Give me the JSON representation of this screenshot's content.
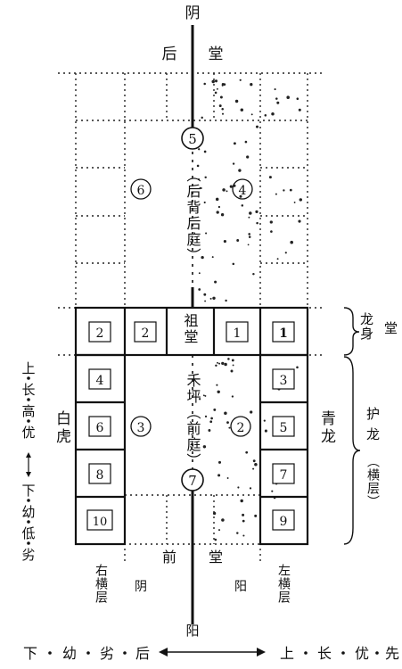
{
  "axis": {
    "top": "阴",
    "bottom": "阳",
    "back_hall": [
      "后",
      "堂"
    ],
    "front_hall": [
      "前",
      "堂"
    ]
  },
  "central": {
    "back_court": "（后背后庭）",
    "front_court": "禾坪（前庭）",
    "ancestral_hall": "祖堂",
    "node_back": "5",
    "node_front": "7"
  },
  "zones": {
    "upper_left": "6",
    "upper_right": "4",
    "lower_left": "3",
    "lower_right": "2"
  },
  "dragon_row": [
    "2",
    "2",
    "1",
    "1"
  ],
  "left_column_rooms": [
    "4",
    "6",
    "8",
    "10"
  ],
  "right_column_rooms": [
    "3",
    "5",
    "7",
    "9"
  ],
  "sides": {
    "white_tiger": "白虎",
    "azure_dragon": "青龙",
    "right_row_label": "右横层",
    "left_row_label": "左横层",
    "yin_mid": "阴",
    "yang_mid": "阳"
  },
  "legend": {
    "dragon_body_hall": [
      "龙身",
      "堂"
    ],
    "protective_dragon": "护龙",
    "horizontal_rows": "（横层）"
  },
  "rank": {
    "left_vertical": [
      "上",
      "长",
      "高",
      "优",
      "下",
      "幼",
      "低",
      "劣"
    ],
    "bottom_left": [
      "下",
      "幼",
      "劣",
      "后"
    ],
    "bottom_right": [
      "上",
      "长",
      "优",
      "先"
    ]
  }
}
